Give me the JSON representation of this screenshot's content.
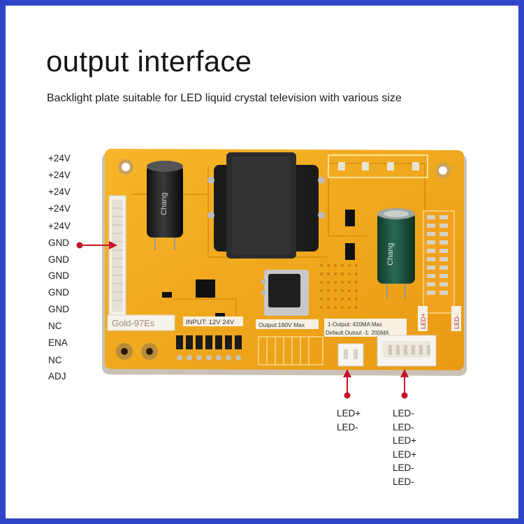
{
  "heading": {
    "title": "output interface",
    "subtitle": "Backlight plate suitable for LED liquid crystal television with various size"
  },
  "left_pins": [
    "+24V",
    "+24V",
    "+24V",
    "+24V",
    "+24V",
    "GND",
    "GND",
    "GND",
    "GND",
    "GND",
    "NC",
    "ENA",
    "NC",
    "ADJ"
  ],
  "cn2_pins": [
    "LED+",
    "LED-"
  ],
  "cn3_pins": [
    "LED-",
    "LED-",
    "LED+",
    "LED+",
    "LED-",
    "LED-"
  ],
  "board": {
    "model": "Gold-97Es",
    "input": "INPUT: 12V 24V",
    "output_left": "Output:180V Max",
    "output_right_1": "1-Output: 420MA Max",
    "output_right_2": "Default Outout -1: 200MA",
    "cap_brand": "Chang",
    "cap_brand_2": "Chang",
    "led_plus": "LED+",
    "led_minus": "LED-"
  },
  "colors": {
    "frame": "#2f45c8",
    "pcb": "#f2a81c",
    "pointer": "#c4132a"
  }
}
